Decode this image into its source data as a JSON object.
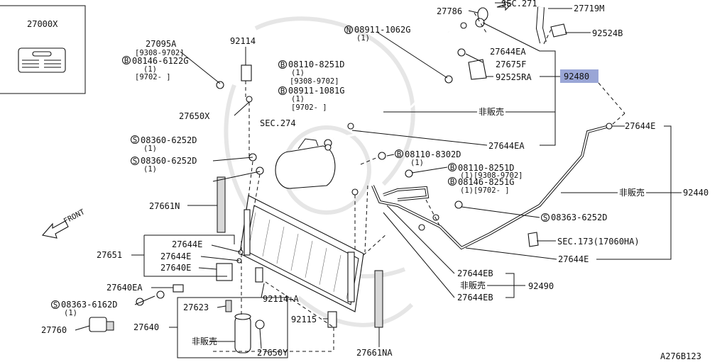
{
  "diagram": {
    "ref_code": "A276B123",
    "labels": {
      "p27000x": "27000X",
      "p27095a": "27095A",
      "p27095a_r1": "[9308-9702]",
      "p08146_6122g": "08146-6122G",
      "p08146_6122g_q": "(1)",
      "p08146_6122g_r": "[9702-    ]",
      "p92114": "92114",
      "p27650x": "27650X",
      "p08110_8251d_a": "08110-8251D",
      "p08110_8251d_a_q": "(1)",
      "p08110_8251d_a_r": "[9308-9702]",
      "p08911_1081g": "08911-1081G",
      "p08911_1081g_q": "(1)",
      "p08911_1081g_r": "[9702-    ]",
      "p08911_1062g": "08911-1062G",
      "p08911_1062g_q": "(1)",
      "p27786": "27786",
      "sec271": "SEC.271",
      "p27719m": "27719M",
      "p92524b": "92524B",
      "p27644ea_1": "27644EA",
      "p27675f": "27675F",
      "p92525ra": "92525RA",
      "p92480": "92480",
      "hihanbai_1": "非販売",
      "p27644ea_2": "27644EA",
      "p27644e_r": "27644E",
      "sec274": "SEC.274",
      "p08360_6252d_1": "08360-6252D",
      "p08360_6252d_1_q": "(1)",
      "p08360_6252d_2": "08360-6252D",
      "p08360_6252d_2_q": "(1)",
      "p08110_8302d": "08110-8302D",
      "p08110_8302d_q": "(1)",
      "p08110_8251d_b": "08110-8251D",
      "p08110_8251d_b_q": "(1)[9308-9702]",
      "p08146_8251g": "08146-8251G",
      "p08146_8251g_q": "(1)[9702-  ]",
      "hihanbai_2": "非販売",
      "p92440": "92440",
      "p08363_6252d": "08363-6252D",
      "sec173": "SEC.173(17060HA)",
      "p27644e_b": "27644E",
      "p27661n": "27661N",
      "front": "FRONT",
      "p27651": "27651",
      "p27644e_1": "27644E",
      "p27644e_2": "27644E",
      "p27640e": "27640E",
      "p27640ea": "27640EA",
      "p08363_6162d": "08363-6162D",
      "p08363_6162d_q": "(1)",
      "p27760": "27760",
      "p27623": "27623",
      "p27640": "27640",
      "hihanbai_3": "非販売",
      "p27650y": "27650Y",
      "p92114a": "92114+A",
      "p92115": "92115",
      "p27661na": "27661NA",
      "p27644eb_1": "27644EB",
      "hihanbai_4": "非販売",
      "p92490": "92490",
      "p27644eb_2": "27644EB",
      "mark_b": "B",
      "mark_n": "N",
      "mark_s": "S"
    },
    "colors": {
      "highlight": "#9aa6d6",
      "line": "#111111"
    }
  }
}
